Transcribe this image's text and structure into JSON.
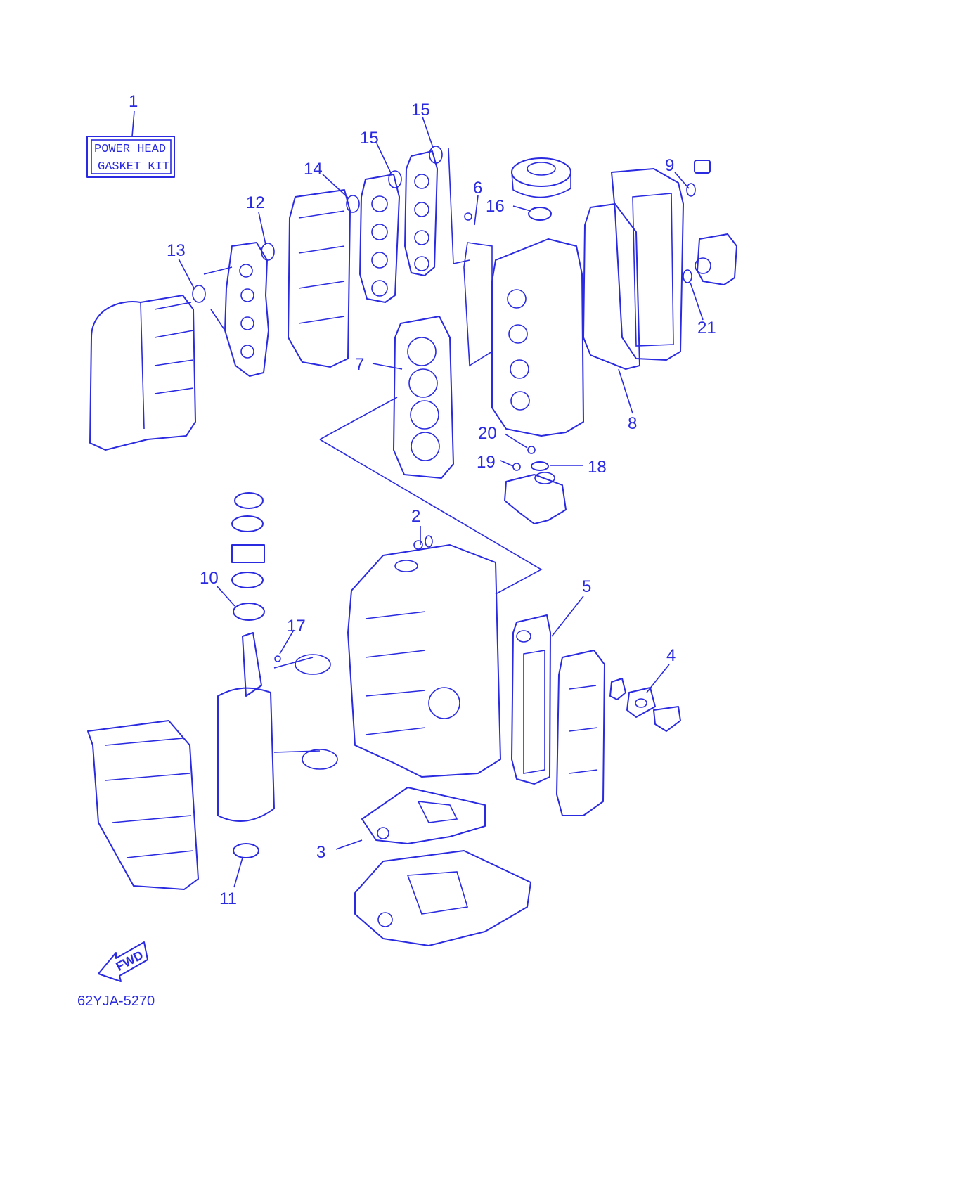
{
  "diagram": {
    "callouts": [
      {
        "id": "c1",
        "label": "1"
      },
      {
        "id": "c2",
        "label": "2"
      },
      {
        "id": "c3",
        "label": "3"
      },
      {
        "id": "c4",
        "label": "4"
      },
      {
        "id": "c5",
        "label": "5"
      },
      {
        "id": "c6",
        "label": "6"
      },
      {
        "id": "c7",
        "label": "7"
      },
      {
        "id": "c8",
        "label": "8"
      },
      {
        "id": "c9",
        "label": "9"
      },
      {
        "id": "c10",
        "label": "10"
      },
      {
        "id": "c11",
        "label": "11"
      },
      {
        "id": "c12",
        "label": "12"
      },
      {
        "id": "c13",
        "label": "13"
      },
      {
        "id": "c14",
        "label": "14"
      },
      {
        "id": "c15a",
        "label": "15"
      },
      {
        "id": "c15b",
        "label": "15"
      },
      {
        "id": "c16",
        "label": "16"
      },
      {
        "id": "c17",
        "label": "17"
      },
      {
        "id": "c18",
        "label": "18"
      },
      {
        "id": "c19",
        "label": "19"
      },
      {
        "id": "c20",
        "label": "20"
      },
      {
        "id": "c21",
        "label": "21"
      }
    ],
    "kit_label_line1": "POWER HEAD",
    "kit_label_line2": "GASKET KIT",
    "fwd_label": "FWD",
    "diagram_code": "62YJA-5270",
    "line_color": "#2a2ae0"
  }
}
